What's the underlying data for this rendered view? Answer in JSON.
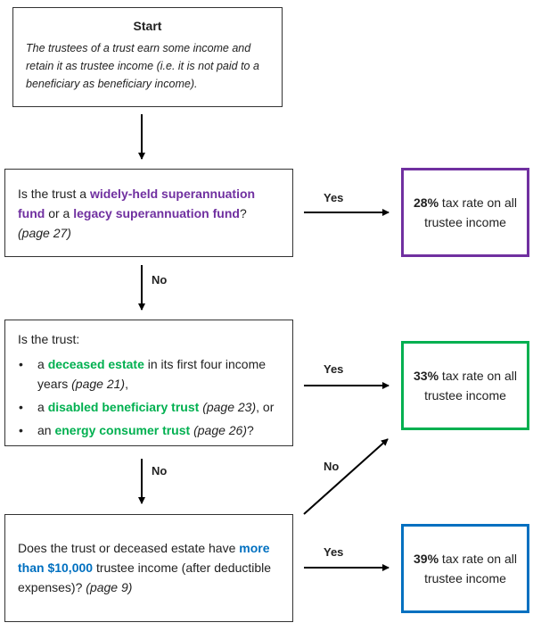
{
  "start": {
    "title": "Start",
    "text": "The trustees of a trust earn some income and retain it as trustee income (i.e. it is not paid to a beneficiary as beneficiary income)."
  },
  "q1": {
    "t1": "Is the trust a ",
    "h1": "widely-held superannuation fund",
    "t2": " or a ",
    "h2": "legacy superannuation fund",
    "t3": "?",
    "ref": "(page 27)"
  },
  "q2": {
    "intro": "Is the trust:",
    "items": [
      {
        "pre": "a ",
        "hl": "deceased estate",
        "post": " in its first four income years ",
        "ref": "(page 21)",
        "end": ","
      },
      {
        "pre": "a ",
        "hl": "disabled beneficiary trust",
        "post": " ",
        "ref": "(page 23)",
        "end": ", or"
      },
      {
        "pre": "an ",
        "hl": "energy consumer trust",
        "post": " ",
        "ref": "(page 26)",
        "end": "?"
      }
    ]
  },
  "q3": {
    "t1": "Does the trust or deceased estate have ",
    "hl": "more than $10,000",
    "t2": " trustee income (after deductible expenses)? ",
    "ref": "(page 9)"
  },
  "results": [
    {
      "rate": "28%",
      "text": " tax rate on all trustee income",
      "color": "#7030a0"
    },
    {
      "rate": "33%",
      "text": " tax rate on all trustee income",
      "color": "#00b050"
    },
    {
      "rate": "39%",
      "text": " tax rate on all trustee income",
      "color": "#0070c0"
    }
  ],
  "labels": {
    "yes": "Yes",
    "no": "No"
  },
  "colors": {
    "purple": "#7030a0",
    "green": "#00b050",
    "blue": "#0070c0"
  }
}
